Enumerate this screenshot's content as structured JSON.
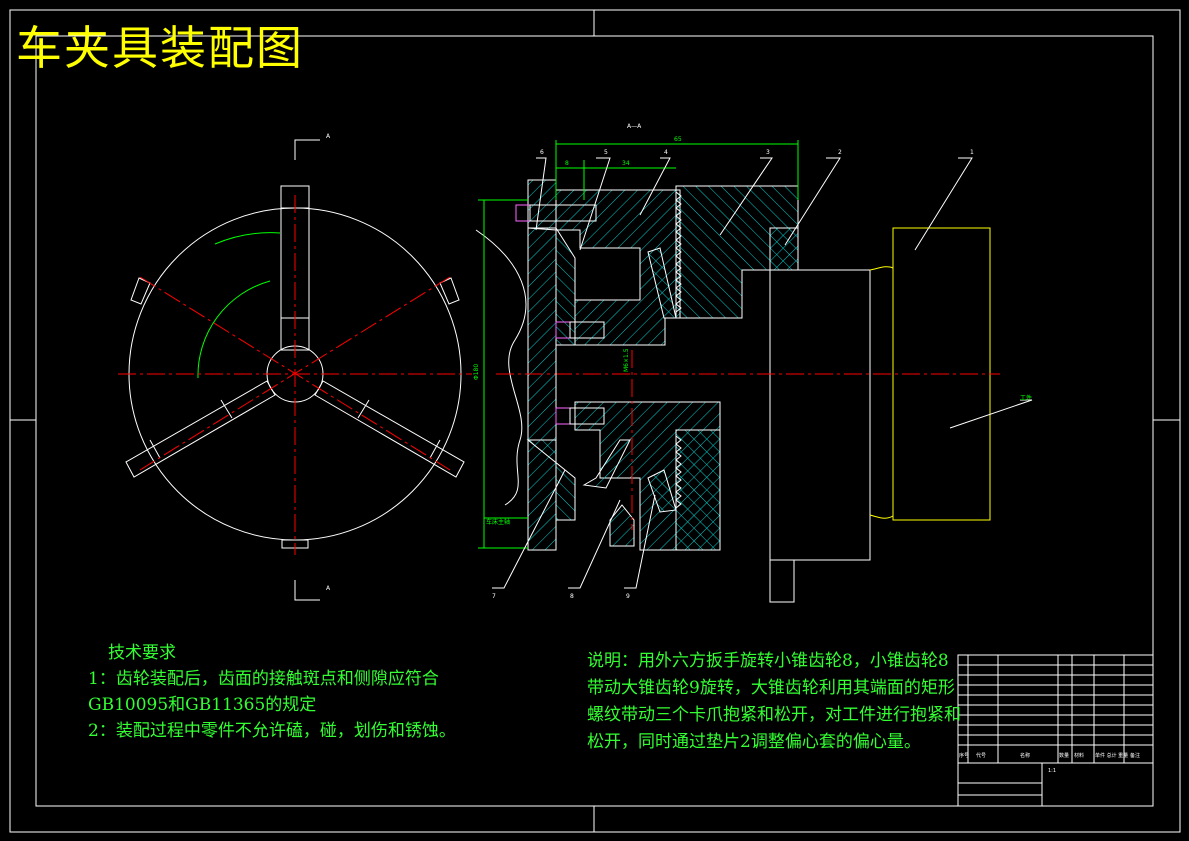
{
  "title": "车夹具装配图",
  "tech_requirements": {
    "heading": "技术要求",
    "items": [
      "1：齿轮装配后，齿面的接触斑点和侧隙应符合GB10095和GB11365的规定",
      "2：装配过程中零件不允许磕，碰，划伤和锈蚀。"
    ]
  },
  "note": "说明：用外六方扳手旋转小锥齿轮8，小锥齿轮8带动大锥齿轮9旋转，大锥齿轮利用其端面的矩形螺纹带动三个卡爪抱紧和松开，对工件进行抱紧和松开，同时通过垫片2调整偏心套的偏心量。",
  "drawing_labels": {
    "section_marks": [
      "A",
      "A",
      "A—A"
    ],
    "part_numbers": [
      "1",
      "2",
      "3",
      "4",
      "5",
      "6",
      "7",
      "8",
      "9"
    ],
    "dims": [
      "65",
      "8",
      "34",
      "Φ180",
      "M6×1.5"
    ],
    "workpiece": "工件",
    "lathe_spindle": "车床主轴",
    "scale": "1:1"
  },
  "title_block": {
    "headers": [
      "序号",
      "代号",
      "名称",
      "数量",
      "材料",
      "单件 总计 重量",
      "备注"
    ]
  },
  "colors": {
    "background": "#000000",
    "title": "#ffff00",
    "text": "#33ff33",
    "lines": "#ffffff",
    "centerline": "#ff0000",
    "hatch": "#00cccc",
    "dim": "#00ff00",
    "workpiece": "#ffff00"
  }
}
